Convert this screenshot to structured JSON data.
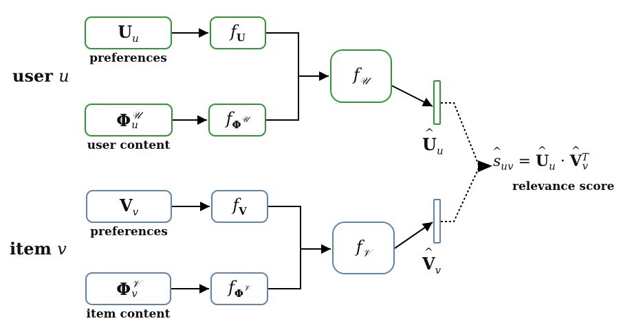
{
  "colors": {
    "user": "#2a9a2a",
    "item": "#5b80c8",
    "edge": "#000000"
  },
  "user": {
    "label": "user",
    "var": "u",
    "preferences_box": {
      "symbol": "U",
      "sub": "u",
      "caption": "preferences"
    },
    "content_box": {
      "symbol": "Φ",
      "sup": "𝒰",
      "sub": "u",
      "caption": "user content"
    },
    "pref_fn": {
      "f": "f",
      "sub": "U"
    },
    "content_fn": {
      "f": "f",
      "sub": "Φ",
      "subsup": "𝒰"
    },
    "combine_fn": {
      "f": "f",
      "sub": "𝒰"
    },
    "embedding": {
      "symbol": "U",
      "sub": "u"
    }
  },
  "item": {
    "label": "item",
    "var": "v",
    "preferences_box": {
      "symbol": "V",
      "sub": "v",
      "caption": "preferences"
    },
    "content_box": {
      "symbol": "Φ",
      "sup": "𝒱",
      "sub": "v",
      "caption": "item content"
    },
    "pref_fn": {
      "f": "f",
      "sub": "V"
    },
    "content_fn": {
      "f": "f",
      "sub": "Φ",
      "subsup": "𝒱"
    },
    "combine_fn": {
      "f": "f",
      "sub": "𝒱"
    },
    "embedding": {
      "symbol": "V",
      "sub": "v"
    }
  },
  "output": {
    "s": "s",
    "s_sub": "uv",
    "eq": "=",
    "dot": "·",
    "U": "U",
    "U_sub": "u",
    "V": "V",
    "V_sub": "v",
    "V_sup": "T",
    "caption": "relevance score"
  }
}
